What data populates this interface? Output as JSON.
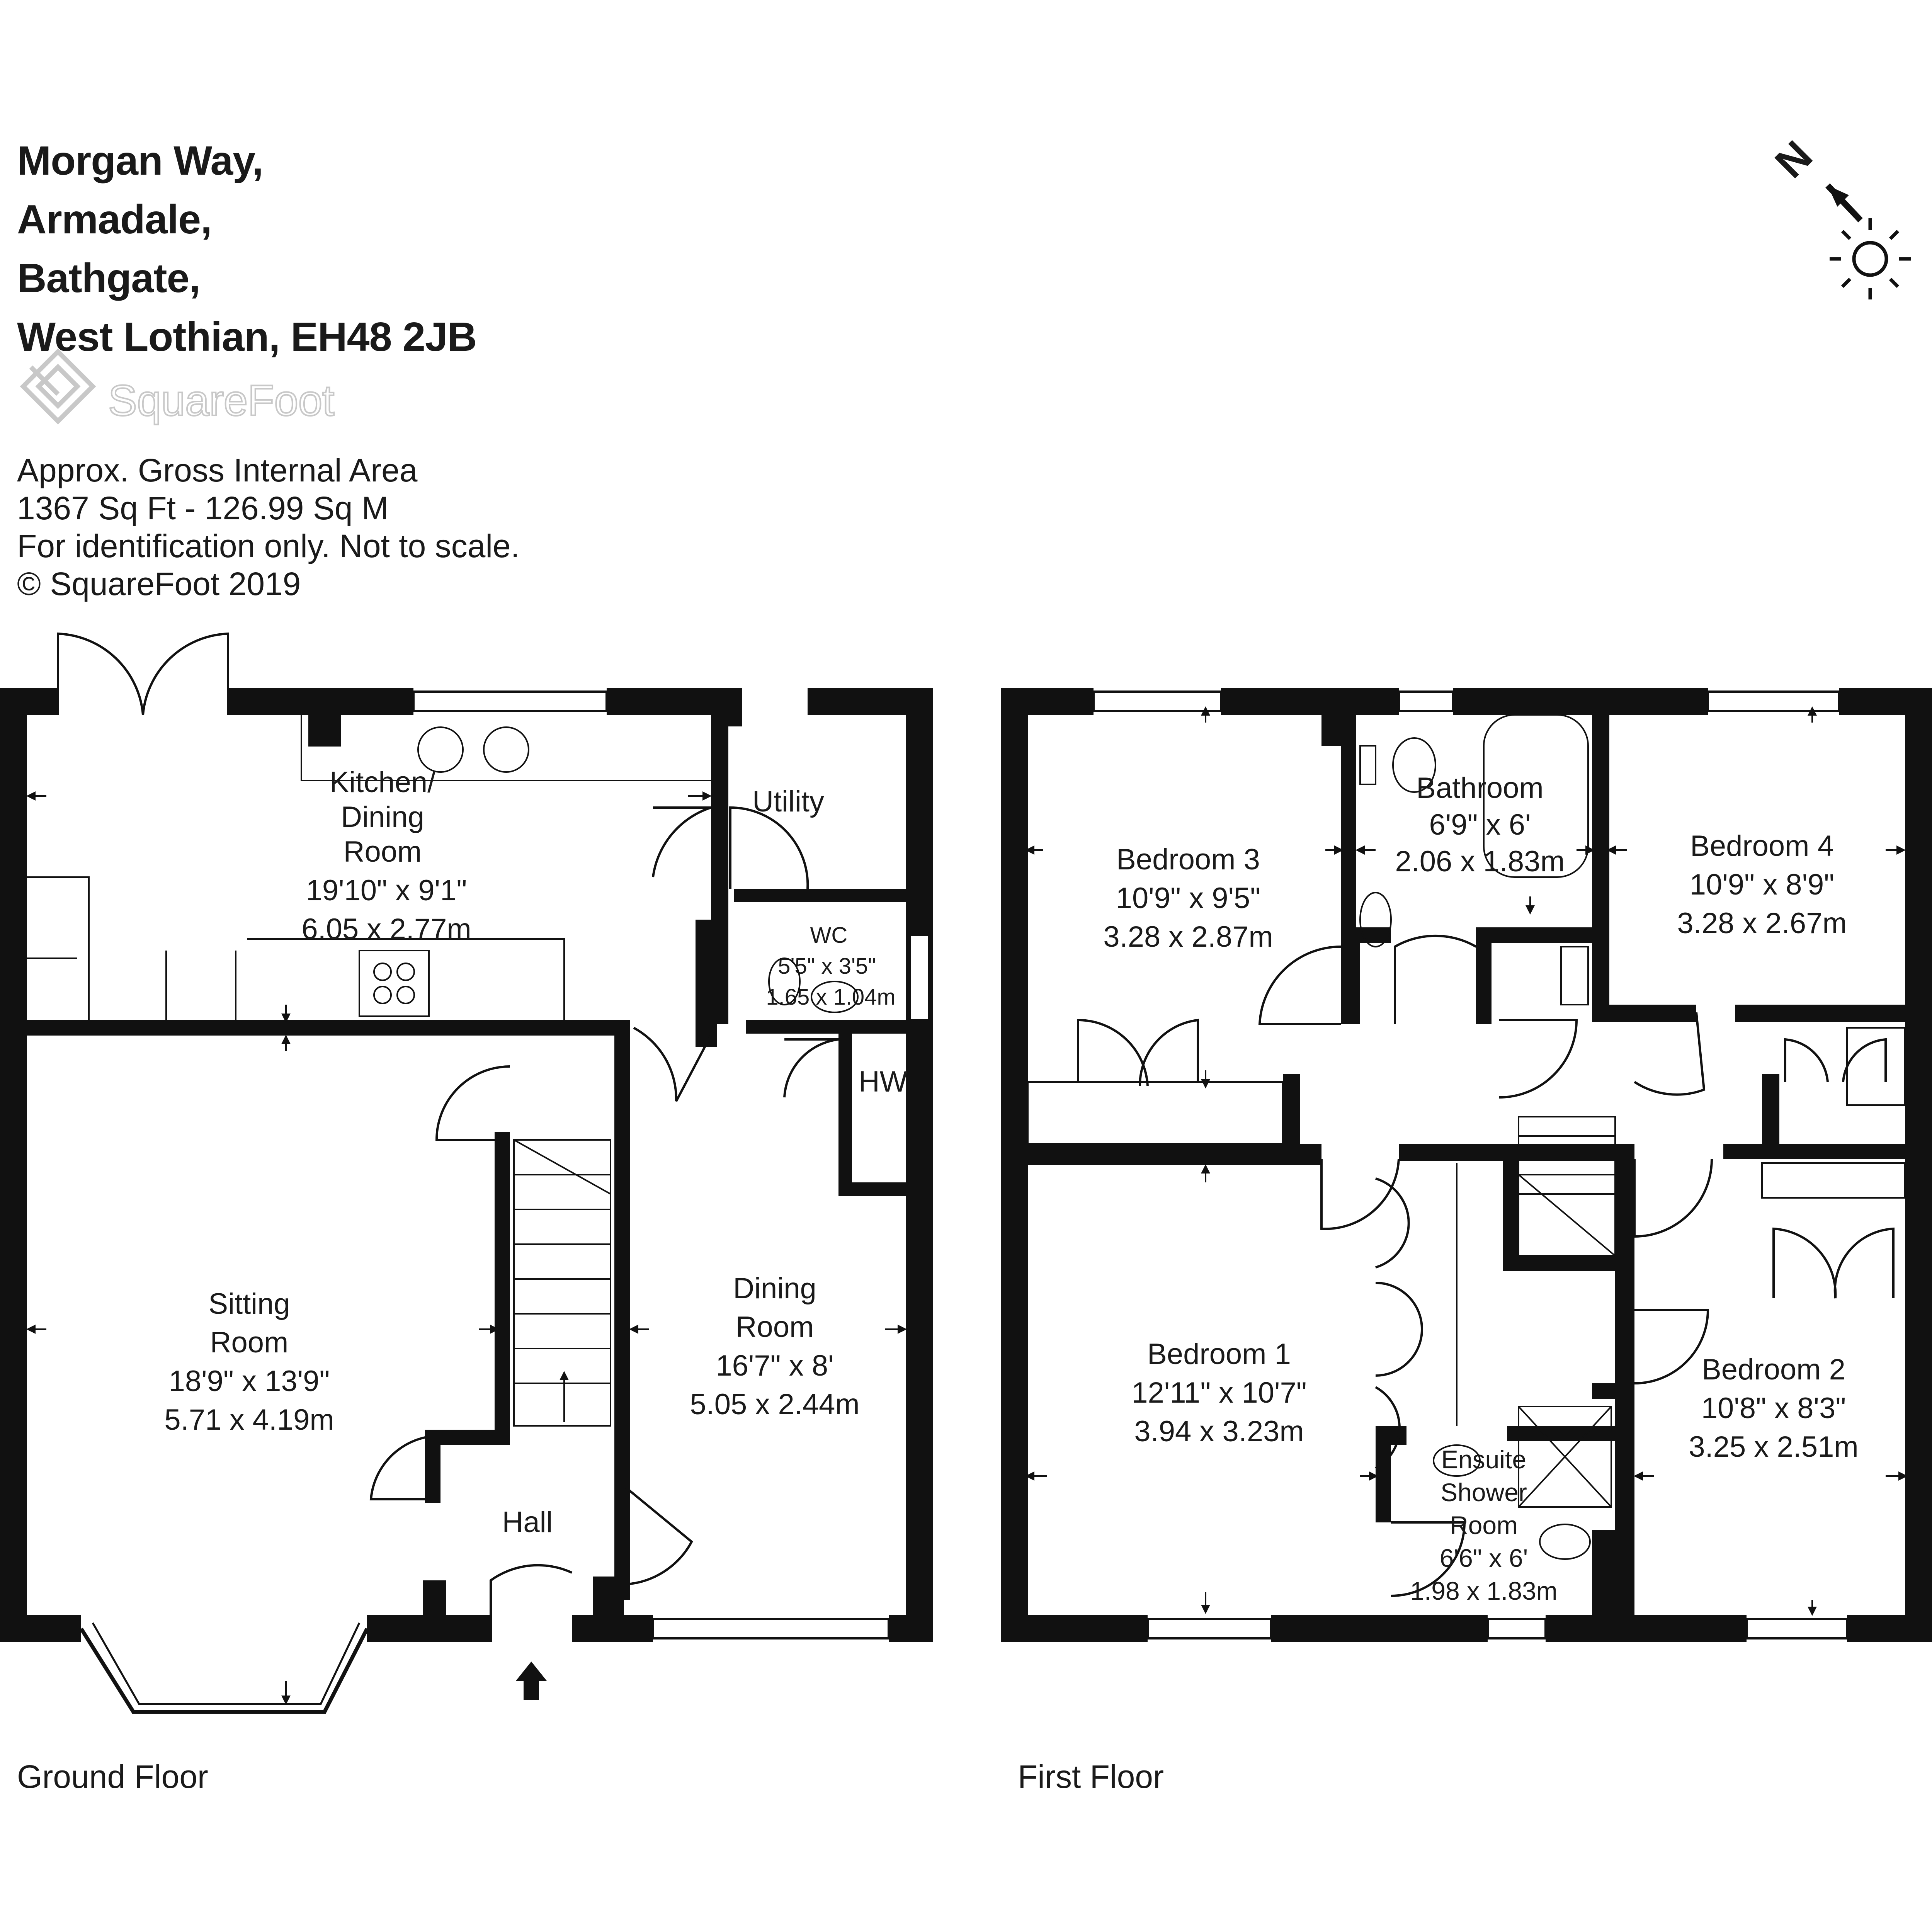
{
  "address": [
    "Morgan Way,",
    "Armadale,",
    "Bathgate,",
    "West Lothian, EH48 2JB"
  ],
  "logo": {
    "text": "SquareFoot"
  },
  "info": {
    "line1": "Approx. Gross Internal Area",
    "line2": "1367 Sq Ft  -  126.99 Sq M",
    "line3": "For identification only. Not to scale.",
    "line4": "© SquareFoot 2019"
  },
  "compass": {
    "north_label": "N"
  },
  "floors": {
    "ground": {
      "label": "Ground Floor"
    },
    "first": {
      "label": "First Floor"
    }
  },
  "rooms": {
    "kitchen": {
      "name": [
        "Kitchen/",
        "Dining",
        "Room"
      ],
      "imperial": "19'10\" x 9'1\"",
      "metric": "6.05 x 2.77m"
    },
    "utility": {
      "name": [
        "Utility"
      ]
    },
    "wc": {
      "name": [
        "WC"
      ],
      "imperial": "5'5\" x 3'5\"",
      "metric": "1.65 x 1.04m"
    },
    "hw": {
      "name": [
        "HW"
      ]
    },
    "sitting": {
      "name": [
        "Sitting",
        "Room"
      ],
      "imperial": "18'9\" x 13'9\"",
      "metric": "5.71 x 4.19m"
    },
    "dining": {
      "name": [
        "Dining",
        "Room"
      ],
      "imperial": "16'7\" x 8'",
      "metric": "5.05 x 2.44m"
    },
    "hall": {
      "name": [
        "Hall"
      ]
    },
    "bedroom3": {
      "name": [
        "Bedroom 3"
      ],
      "imperial": "10'9\" x 9'5\"",
      "metric": "3.28 x 2.87m"
    },
    "bathroom": {
      "name": [
        "Bathroom"
      ],
      "imperial": "6'9\" x 6'",
      "metric": "2.06 x 1.83m"
    },
    "bedroom4": {
      "name": [
        "Bedroom 4"
      ],
      "imperial": "10'9\" x 8'9\"",
      "metric": "3.28 x 2.67m"
    },
    "bedroom1": {
      "name": [
        "Bedroom 1"
      ],
      "imperial": "12'11\" x 10'7\"",
      "metric": "3.94 x 3.23m"
    },
    "bedroom2": {
      "name": [
        "Bedroom 2"
      ],
      "imperial": "10'8\" x 8'3\"",
      "metric": "3.25 x 2.51m"
    },
    "ensuite": {
      "name": [
        "Ensuite",
        "Shower",
        "Room"
      ],
      "imperial": "6'6\" x 6'",
      "metric": "1.98 x 1.83m"
    }
  }
}
